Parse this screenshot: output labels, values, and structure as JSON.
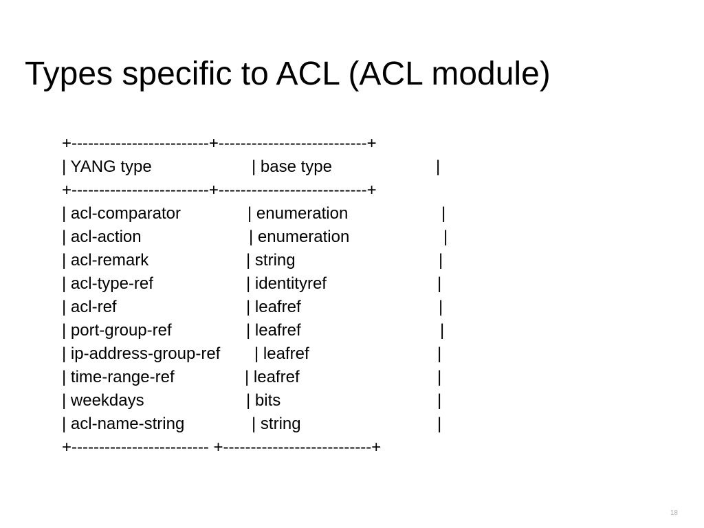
{
  "slide": {
    "title": "Types specific to ACL (ACL module)",
    "page_number": "18"
  },
  "table": {
    "border_top": "+-------------------------+---------------------------+",
    "header": {
      "col1": "| YANG type",
      "col2": "| base type",
      "end": "|"
    },
    "border_mid": "+-------------------------+---------------------------+",
    "rows": [
      {
        "col1": "| acl-comparator",
        "col2": "| enumeration",
        "end": "|"
      },
      {
        "col1": "| acl-action",
        "col2": "| enumeration",
        "end": "|"
      },
      {
        "col1": "| acl-remark",
        "col2": "| string",
        "end": "|"
      },
      {
        "col1": "| acl-type-ref",
        "col2": "| identityref",
        "end": "|"
      },
      {
        "col1": "| acl-ref",
        "col2": "| leafref",
        "end": "|"
      },
      {
        "col1": "| port-group-ref",
        "col2": "| leafref",
        "end": "|"
      },
      {
        "col1": "| ip-address-group-ref",
        "col2": "| leafref",
        "end": "|"
      },
      {
        "col1": "| time-range-ref",
        "col2": "| leafref",
        "end": "|"
      },
      {
        "col1": "| weekdays",
        "col2": "| bits",
        "end": "|"
      },
      {
        "col1": "| acl-name-string",
        "col2": "| string",
        "end": "|"
      }
    ],
    "border_bottom": "+------------------------- +---------------------------+"
  }
}
